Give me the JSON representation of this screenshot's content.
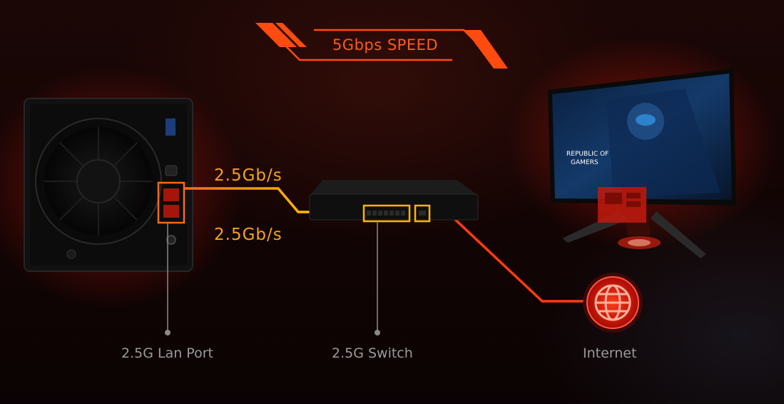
{
  "header": {
    "speed_label": "5Gbps SPEED"
  },
  "links": {
    "nas_to_switch_top": "2.5Gb/s",
    "nas_to_switch_bottom": "2.5Gb/s"
  },
  "captions": {
    "lan_port": "2.5G Lan Port",
    "switch": "2.5G Switch",
    "internet": "Internet"
  },
  "monitor": {
    "brand_line1": "REPUBLIC OF",
    "brand_line2": "GAMERS"
  },
  "colors": {
    "orange": "#ff5a1a",
    "amber": "#f5a21a",
    "red": "#ff2a10",
    "yellow": "#f6b800",
    "caption_gray": "#9a9a9a"
  }
}
